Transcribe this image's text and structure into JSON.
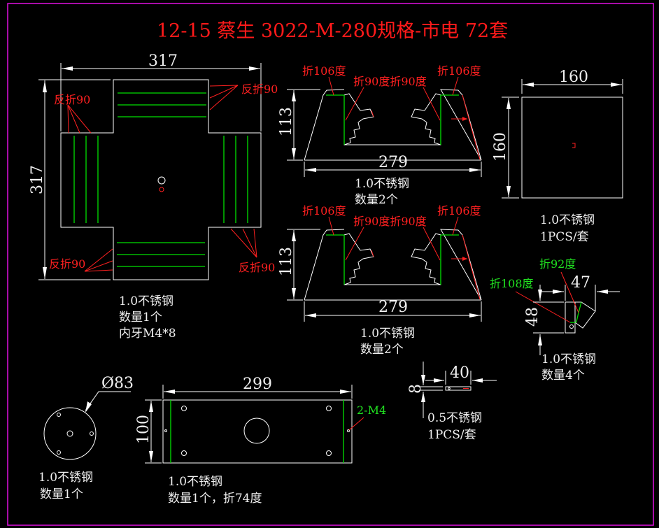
{
  "title": "12-15 蔡生 3022-M-280规格-市电 72套",
  "colors": {
    "background": "#000000",
    "outline": "#ffffff",
    "bend_line": "#00e000",
    "annotation": "#ff2020",
    "frame": "#e010e0"
  },
  "parts": {
    "cross_box": {
      "width_dim": "317",
      "height_dim": "317",
      "bend_labels": [
        "反折90",
        "反折90",
        "反折90",
        "反折90"
      ],
      "notes": [
        "1.0不锈钢",
        "数量1个",
        "内牙M4*8"
      ]
    },
    "side_panel_top": {
      "height_dim": "113",
      "width_dim": "279",
      "bend_labels": [
        "折106度",
        "折90度折90度",
        "折106度"
      ],
      "notes": [
        "1.0不锈钢",
        "数量2个"
      ]
    },
    "side_panel_bottom": {
      "height_dim": "113",
      "width_dim": "279",
      "bend_labels": [
        "折106度",
        "折90度折90度",
        "折106度"
      ],
      "notes": [
        "1.0不锈钢",
        "数量2个"
      ]
    },
    "square_plate": {
      "width_dim": "160",
      "height_dim": "160",
      "notes": [
        "1.0不锈钢",
        "1PCS/套"
      ]
    },
    "bracket": {
      "width_dim": "47",
      "height_dim": "48",
      "bend_labels": [
        "折92度",
        "折108度"
      ],
      "notes": [
        "1.0不锈钢",
        "数量4个"
      ]
    },
    "round_disc": {
      "diameter_dim": "Ø83",
      "notes": [
        "1.0不锈钢",
        "数量1个"
      ]
    },
    "base_plate": {
      "width_dim": "299",
      "height_dim": "100",
      "thread_label": "2-M4",
      "notes": [
        "1.0不锈钢",
        "数量1个，折74度"
      ]
    },
    "small_strip": {
      "width_dim": "40",
      "height_dim": "8",
      "notes": [
        "0.5不锈钢",
        "1PCS/套"
      ]
    }
  }
}
